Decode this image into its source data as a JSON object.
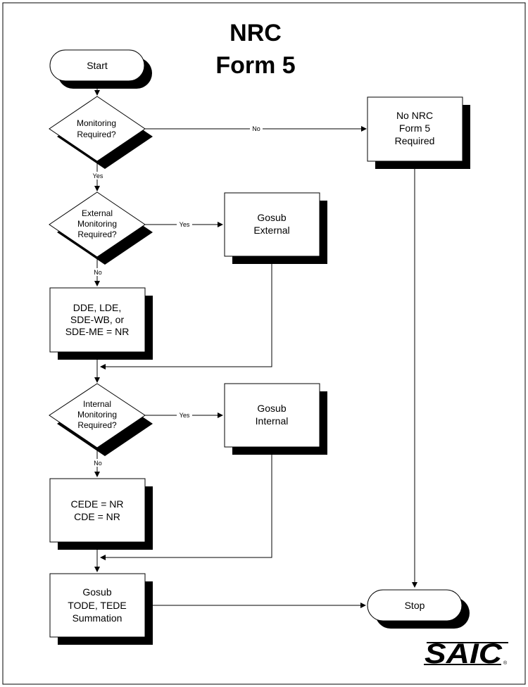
{
  "title": {
    "line1": "NRC",
    "line2": "Form 5"
  },
  "nodes": {
    "start": "Start",
    "stop": "Stop",
    "monitoring_required": [
      "Monitoring",
      "Required?"
    ],
    "external_monitoring_required": [
      "External",
      "Monitoring",
      "Required?"
    ],
    "internal_monitoring_required": [
      "Internal",
      "Monitoring",
      "Required?"
    ],
    "no_nrc_form5": [
      "No NRC",
      "Form 5",
      "Required"
    ],
    "gosub_external": [
      "Gosub",
      "External"
    ],
    "gosub_internal": [
      "Gosub",
      "Internal"
    ],
    "dde_lde": [
      "DDE, LDE,",
      "SDE-WB, or",
      "SDE-ME = NR"
    ],
    "cede_cde": [
      "CEDE = NR",
      "CDE = NR"
    ],
    "gosub_tode": [
      "Gosub",
      "TODE, TEDE",
      "Summation"
    ]
  },
  "edge_labels": {
    "monitoring_no": "No",
    "monitoring_yes": "Yes",
    "external_yes": "Yes",
    "external_no": "No",
    "internal_yes": "Yes",
    "internal_no": "No"
  },
  "logo": {
    "text": "SAIC",
    "mark": "®"
  }
}
